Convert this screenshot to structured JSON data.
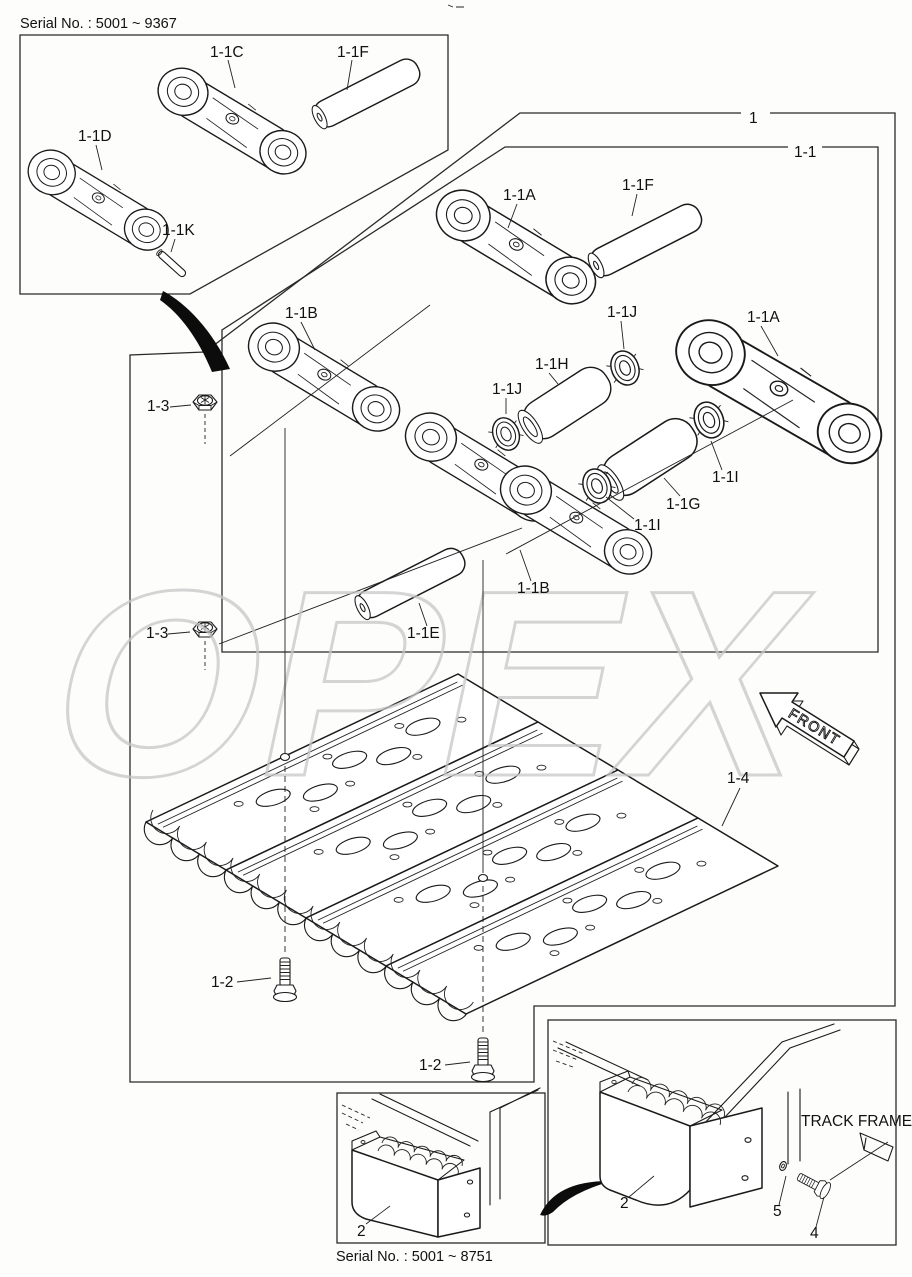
{
  "doc": {
    "serial_top": "Serial No. : 5001 ~ 9367",
    "serial_bottom": "Serial No. : 5001 ~ 8751",
    "watermark": "OPEX",
    "front_label": "FRONT",
    "track_frame_label": "TRACK FRAME"
  },
  "callouts": {
    "group": "1",
    "subgroup": "1-1",
    "link_a_1": "1-1A",
    "link_a_2": "1-1A",
    "link_b_1": "1-1B",
    "link_b_2": "1-1B",
    "link_c": "1-1C",
    "link_d": "1-1D",
    "pin_e": "1-1E",
    "pin_f_1": "1-1F",
    "pin_f_2": "1-1F",
    "bushing_g": "1-1G",
    "bushing_h": "1-1H",
    "seal_i_1": "1-1I",
    "seal_i_2": "1-1I",
    "seal_j_1": "1-1J",
    "seal_j_2": "1-1J",
    "pin_k": "1-1K",
    "bolt_12_1": "1-2",
    "bolt_12_2": "1-2",
    "nut_13_1": "1-3",
    "nut_13_2": "1-3",
    "shoe_14": "1-4",
    "step_2_left": "2",
    "step_2_right": "2",
    "bolt_4": "4",
    "washer_5": "5"
  }
}
